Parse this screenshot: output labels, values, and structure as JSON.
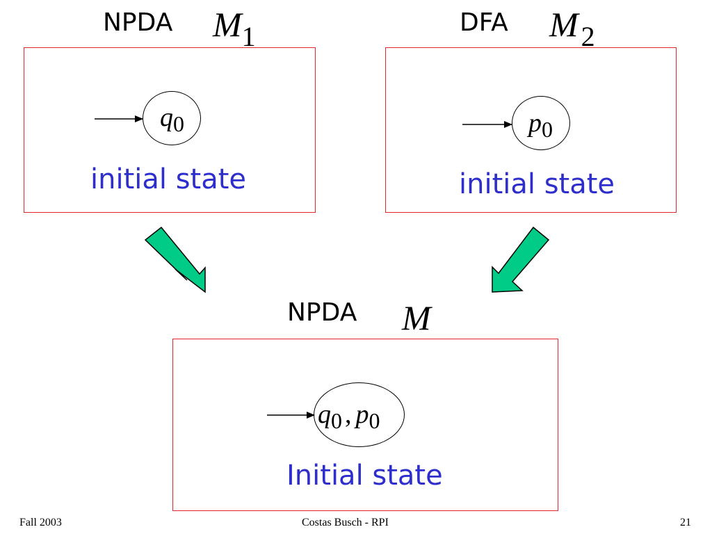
{
  "machine1": {
    "type_label": "NPDA",
    "symbol": "M",
    "subscript": "1",
    "state_var": "q",
    "state_sub": "0",
    "caption": "initial state"
  },
  "machine2": {
    "type_label": "DFA",
    "symbol": "M",
    "subscript": "2",
    "state_var": "p",
    "state_sub": "0",
    "caption": "initial state"
  },
  "combined": {
    "type_label": "NPDA",
    "symbol": "M",
    "state_var1": "q",
    "state_sub1": "0",
    "separator": ",",
    "state_var2": "p",
    "state_sub2": "0",
    "caption": "Initial state"
  },
  "colors": {
    "box_border": "#e2282c",
    "caption_text": "#2e2ecc",
    "arrow_fill": "#00cc88"
  },
  "footer": {
    "left": "Fall 2003",
    "center": "Costas Busch - RPI",
    "right": "21"
  }
}
